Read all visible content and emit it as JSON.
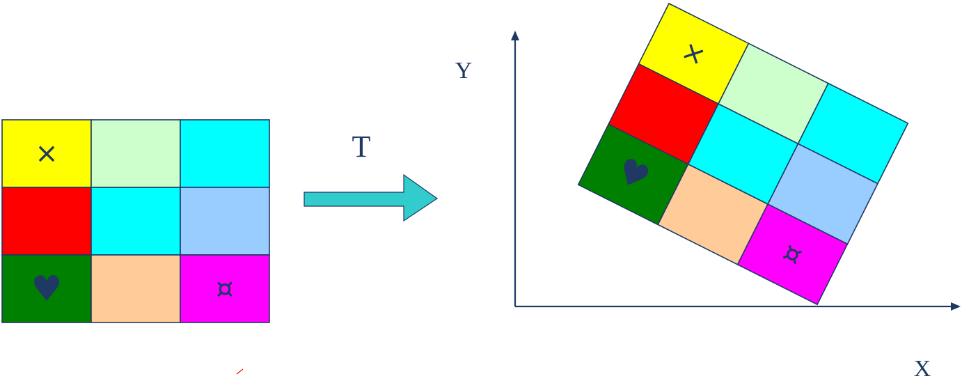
{
  "grid": {
    "rows": 3,
    "cols": 3,
    "cells": [
      {
        "id": "r1c1",
        "color": "#ffff00",
        "symbol": "×",
        "symbol_name": "cross-icon"
      },
      {
        "id": "r1c2",
        "color": "#ccffcc",
        "symbol": "",
        "symbol_name": ""
      },
      {
        "id": "r1c3",
        "color": "#00ffff",
        "symbol": "",
        "symbol_name": ""
      },
      {
        "id": "r2c1",
        "color": "#ff0000",
        "symbol": "",
        "symbol_name": ""
      },
      {
        "id": "r2c2",
        "color": "#00ffff",
        "symbol": "",
        "symbol_name": ""
      },
      {
        "id": "r2c3",
        "color": "#99ccff",
        "symbol": "",
        "symbol_name": ""
      },
      {
        "id": "r3c1",
        "color": "#008000",
        "symbol": "♥",
        "symbol_name": "heart-icon"
      },
      {
        "id": "r3c2",
        "color": "#ffcc99",
        "symbol": "",
        "symbol_name": ""
      },
      {
        "id": "r3c3",
        "color": "#ff00ff",
        "symbol": "¤",
        "symbol_name": "currency-sign-icon"
      }
    ]
  },
  "transform": {
    "label": "T",
    "arrow_color": "#33cccc"
  },
  "axes": {
    "x_label": "X",
    "y_label": "Y",
    "color": "#1f3864"
  },
  "symbol_color": "#1f3864",
  "cell_border_color": "#1f3864"
}
